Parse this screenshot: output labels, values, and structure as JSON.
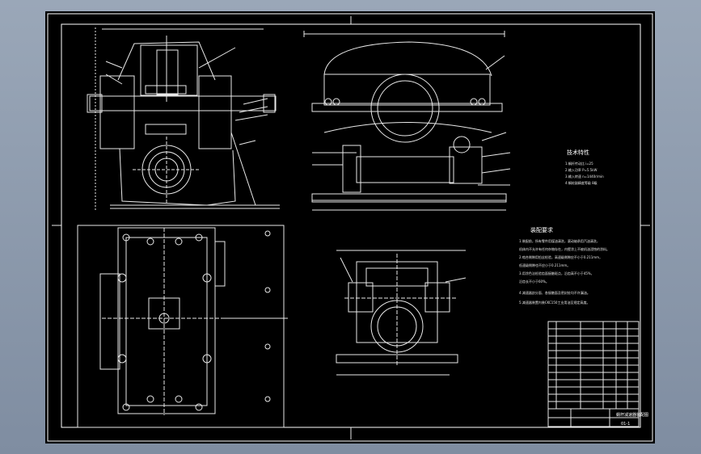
{
  "drawing": {
    "background": "#000000",
    "frame_color": "#ffffff",
    "line_color": "#e9e9e9"
  },
  "technical_specs": {
    "title": "技术特性",
    "lines": [
      "1.蜗杆传动比 i=25",
      "2.输入功率 P=5.5kW",
      "3.输入转速 n=1440r/min",
      "4.蜗轮副精度等级 8级"
    ]
  },
  "assembly_requirements": {
    "title": "装配要求",
    "lines": [
      "1.装配前，所有零件用煤油清洗，滚动轴承用汽油清洗，",
      "机体内不允许有任何杂物存在，内壁涂上不被机油浸蚀的涂料。",
      "2.啮合侧隙用铅丝检验，高速级侧隙应不小于0.211mm，",
      "低速级侧隙也不应小于0.211mm。",
      "3.用涂色法检验齿面接触斑点，沿齿高不小于45%，",
      "沿齿长不小于60%。",
      "4.减速器剖分面、各接触面及密封处均不许漏油。",
      "5.减速器装置内装CKC150工业用油至规定高度。"
    ]
  },
  "title_block": {
    "name": "蜗杆减速器装配图",
    "number": "01-1"
  }
}
